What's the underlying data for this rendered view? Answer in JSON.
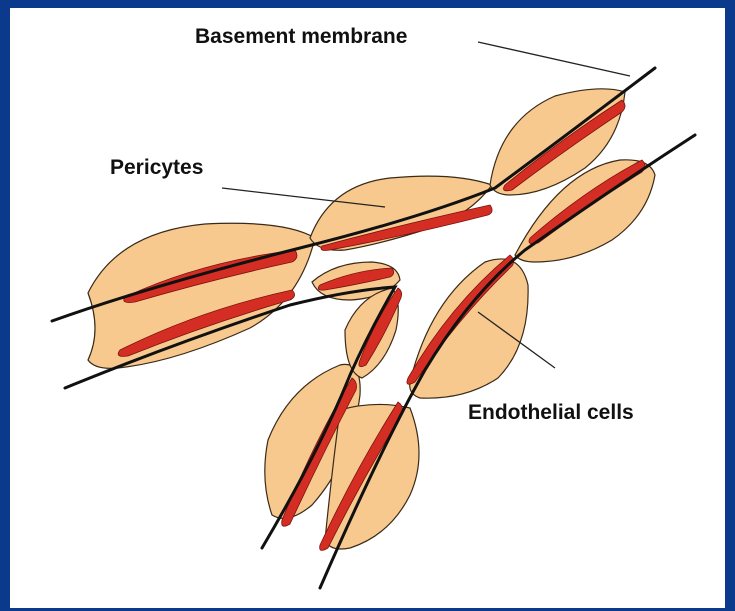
{
  "diagram": {
    "labels": {
      "basement_membrane": "Basement membrane",
      "pericytes": "Pericytes",
      "endothelial_cells": "Endothelial cells"
    },
    "colors": {
      "background_border": "#0b3a8c",
      "panel": "#ffffff",
      "pericyte_fill": "#f7c98f",
      "pericyte_stroke": "#3a2a18",
      "endothelial_fill": "#d42e24",
      "membrane": "#111111",
      "leader_line": "#222222"
    }
  }
}
